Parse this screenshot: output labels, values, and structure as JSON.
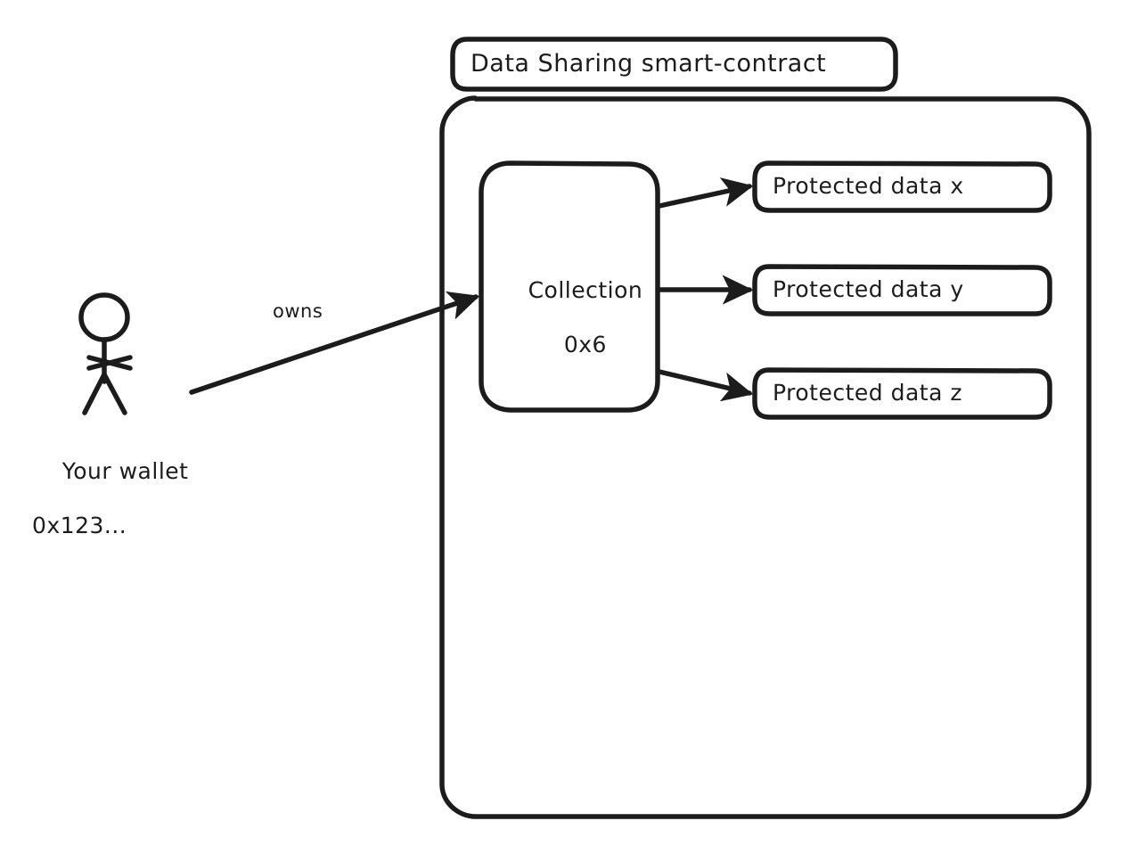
{
  "diagram": {
    "type": "architecture-sketch",
    "style": "hand-drawn",
    "title": "Data Sharing smart-contract",
    "stroke_color": "#1c1c1c",
    "background_color": "#ffffff",
    "container": {
      "title": "Data Sharing smart-contract"
    },
    "actor": {
      "icon": "stick-figure",
      "label_line1": "Your wallet",
      "label_line2": "0x123..."
    },
    "relations": [
      {
        "label": "owns",
        "from": "Your wallet 0x123...",
        "to": "Collection 0x6"
      }
    ],
    "collection": {
      "label_line1": "Collection",
      "label_line2": "0x6"
    },
    "protected_data": [
      {
        "label": "Protected data x"
      },
      {
        "label": "Protected data y"
      },
      {
        "label": "Protected data z"
      }
    ]
  }
}
